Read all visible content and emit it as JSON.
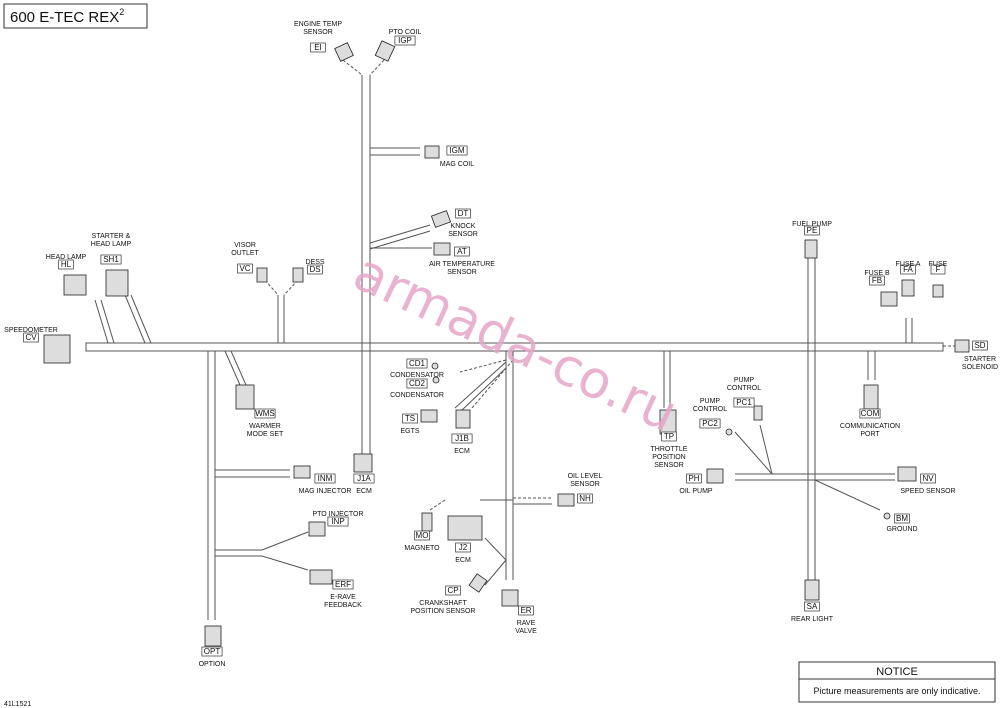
{
  "title": {
    "main": "600 E-TEC REX",
    "sup": "2"
  },
  "watermark": "armada-co.ru",
  "drawing_number": "41L1521",
  "notice": {
    "heading": "NOTICE",
    "body": "Picture measurements are only indicative."
  },
  "components": {
    "EI": {
      "code": "EI",
      "lines": [
        "ENGINE TEMP",
        "SENSOR"
      ]
    },
    "IGP": {
      "code": "IGP",
      "lines": [
        "PTO COIL"
      ]
    },
    "IGM": {
      "code": "IGM",
      "lines": [
        "MAG COIL"
      ]
    },
    "DT": {
      "code": "DT",
      "lines": [
        "KNOCK",
        "SENSOR"
      ]
    },
    "AT": {
      "code": "AT",
      "lines": [
        "AIR TEMPERATURE",
        "SENSOR"
      ]
    },
    "HL": {
      "code": "HL",
      "lines": [
        "HEAD LAMP"
      ]
    },
    "SH1": {
      "code": "SH1",
      "lines": [
        "STARTER &",
        "HEAD LAMP"
      ]
    },
    "VC": {
      "code": "VC",
      "lines": [
        "VISOR",
        "OUTLET"
      ]
    },
    "DS": {
      "code": "DS",
      "lines": [
        "DESS"
      ]
    },
    "CV": {
      "code": "CV",
      "lines": [
        "SPEEDOMETER"
      ]
    },
    "PE": {
      "code": "PE",
      "lines": [
        "FUEL PUMP"
      ]
    },
    "FB": {
      "code": "FB",
      "lines": [
        "FUSE B"
      ]
    },
    "FA": {
      "code": "FA",
      "lines": [
        "FUSE A"
      ]
    },
    "F": {
      "code": "F",
      "lines": [
        "FUSE"
      ]
    },
    "SD": {
      "code": "SD",
      "lines": [
        "STARTER",
        "SOLENOID"
      ]
    },
    "CD1": {
      "code": "CD1",
      "lines": [
        "CONDENSATOR"
      ]
    },
    "CD2": {
      "code": "CD2",
      "lines": [
        "CONDENSATOR"
      ]
    },
    "TS": {
      "code": "TS",
      "lines": [
        "EGTS"
      ]
    },
    "J1B": {
      "code": "J1B",
      "lines": [
        "ECM"
      ]
    },
    "WMS": {
      "code": "WMS",
      "lines": [
        "WARMER",
        "MODE SET"
      ]
    },
    "TP": {
      "code": "TP",
      "lines": [
        "THROTTLE",
        "POSITION",
        "SENSOR"
      ]
    },
    "PC1": {
      "code": "PC1",
      "lines": [
        "PUMP",
        "CONTROL"
      ]
    },
    "PC2": {
      "code": "PC2",
      "lines": [
        "PUMP",
        "CONTROL"
      ]
    },
    "COM": {
      "code": "COM",
      "lines": [
        "COMMUNICATION",
        "PORT"
      ]
    },
    "INM": {
      "code": "INM",
      "lines": [
        "MAG INJECTOR"
      ]
    },
    "J1A": {
      "code": "J1A",
      "lines": [
        "ECM"
      ]
    },
    "PH": {
      "code": "PH",
      "lines": [
        "OIL PUMP"
      ]
    },
    "NV": {
      "code": "NV",
      "lines": [
        "SPEED SENSOR"
      ]
    },
    "NH": {
      "code": "NH",
      "lines": [
        "OIL LEVEL",
        "SENSOR"
      ]
    },
    "BM": {
      "code": "BM",
      "lines": [
        "GROUND"
      ]
    },
    "INP": {
      "code": "INP",
      "lines": [
        "PTO INJECTOR"
      ]
    },
    "MO": {
      "code": "MO",
      "lines": [
        "MAGNETO"
      ]
    },
    "J2": {
      "code": "J2",
      "lines": [
        "ECM"
      ]
    },
    "ERF": {
      "code": "ERF",
      "lines": [
        "E-RAVE",
        "FEEDBACK"
      ]
    },
    "CP": {
      "code": "CP",
      "lines": [
        "CRANKSHAFT",
        "POSITION SENSOR"
      ]
    },
    "ER": {
      "code": "ER",
      "lines": [
        "RAVE",
        "VALVE"
      ]
    },
    "SA": {
      "code": "SA",
      "lines": [
        "REAR LIGHT"
      ]
    },
    "OPT": {
      "code": "OPT",
      "lines": [
        "OPTION"
      ]
    }
  }
}
